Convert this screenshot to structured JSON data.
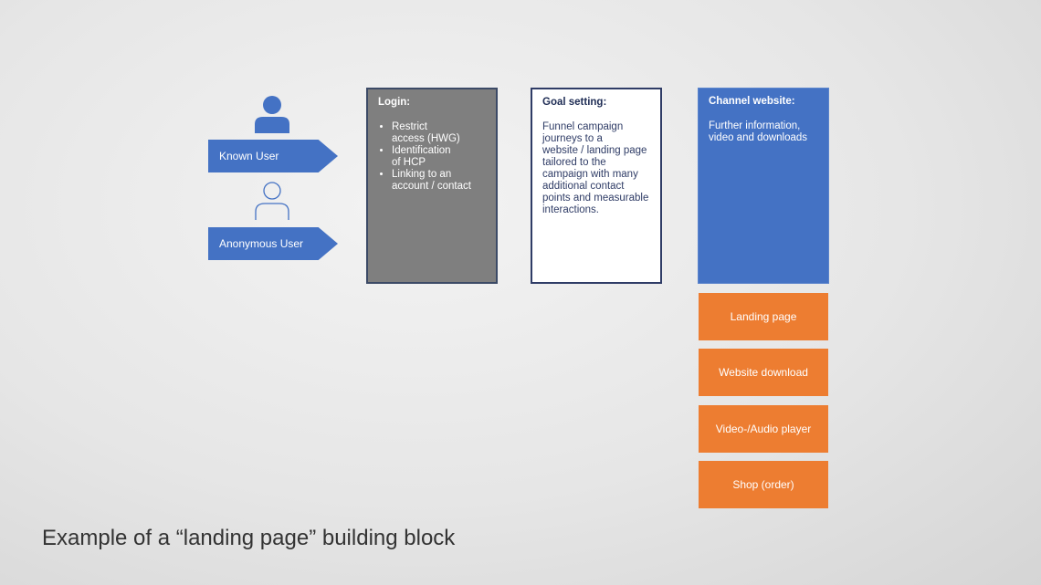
{
  "users": {
    "known_label": "Known User",
    "anonymous_label": "Anonymous User"
  },
  "login": {
    "title": "Login:",
    "items": [
      [
        "Restrict",
        "access (HWG)"
      ],
      [
        "Identification",
        "of HCP"
      ],
      [
        "Linking to an",
        "account / contact"
      ]
    ]
  },
  "goal": {
    "title": "Goal setting:",
    "lines": [
      "Funnel campaign",
      "journeys to a",
      "website / landing page",
      "tailored to the",
      "campaign with many",
      "additional contact",
      "points and measurable",
      "interactions."
    ]
  },
  "channel": {
    "title": "Channel website:",
    "lines": [
      "Further information,",
      "video and downloads"
    ]
  },
  "options": [
    "Landing page",
    "Website download",
    "Video-/Audio player",
    "Shop (order)"
  ],
  "caption": "Example of a “landing page” building block",
  "colors": {
    "blue": "#4472c4",
    "orange": "#ed7d31",
    "gray": "#7f7f7f"
  }
}
